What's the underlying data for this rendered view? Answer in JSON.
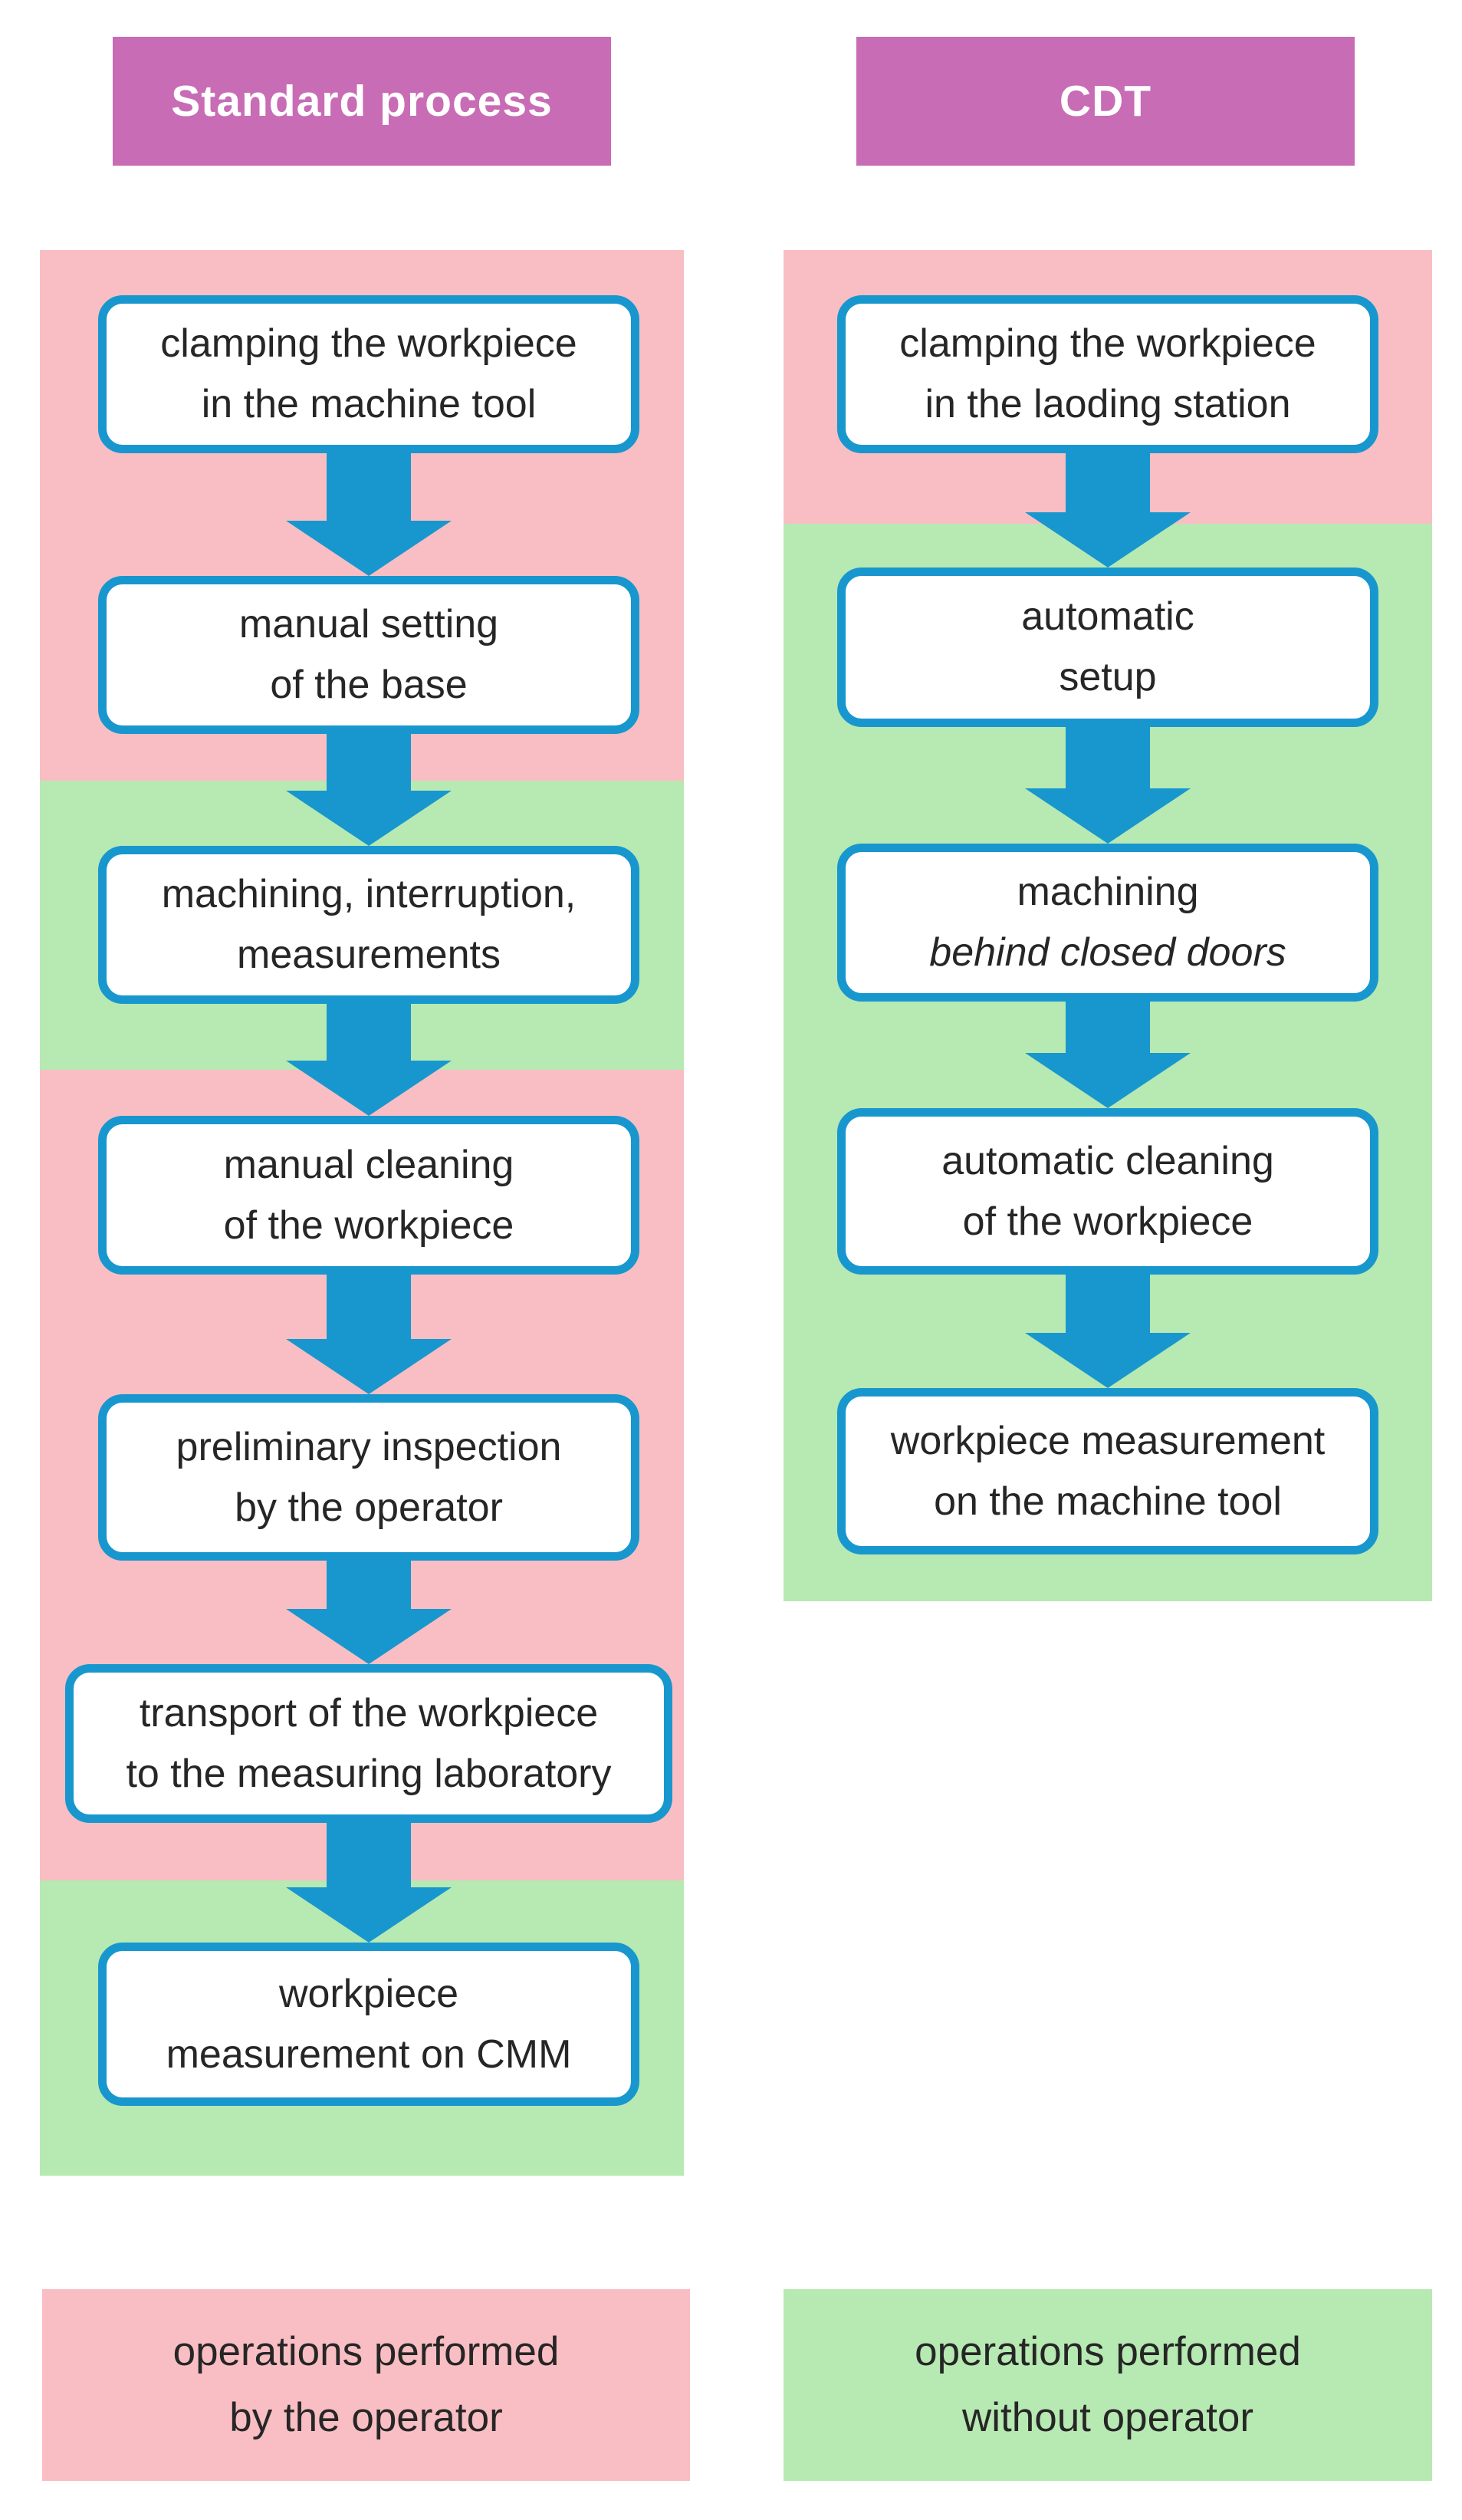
{
  "title": "Standard process vs CDT flow comparison",
  "colors": {
    "header_bg": "#c86cb5",
    "header_text": "#ffffff",
    "operator_band": "#f9bec3",
    "no_operator_band": "#b7e9b2",
    "arrow_and_border_blue": "#1897cf",
    "box_fill": "#ffffff",
    "text": "#262626"
  },
  "columns": [
    {
      "header": "Standard process",
      "boxes": [
        {
          "line1": "clamping the workpiece",
          "line2": "in the machine tool"
        },
        {
          "line1": "manual setting",
          "line2": "of the base"
        },
        {
          "line1": "machining, interruption,",
          "line2": "measurements"
        },
        {
          "line1": "manual cleaning",
          "line2": "of the workpiece"
        },
        {
          "line1": "preliminary inspection",
          "line2": "by the operator"
        },
        {
          "line1": "transport of the workpiece",
          "line2": "to the measuring laboratory"
        },
        {
          "line1": "workpiece",
          "line2": "measurement on CMM"
        }
      ],
      "legend": {
        "line1": "operations performed",
        "line2": "by the operator"
      }
    },
    {
      "header": "CDT",
      "boxes": [
        {
          "line1": "clamping the workpiece",
          "line2": "in the laoding station"
        },
        {
          "line1": "automatic",
          "line2": "setup"
        },
        {
          "line1": "machining",
          "line2": "behind closed doors"
        },
        {
          "line1": "automatic cleaning",
          "line2": "of the workpiece"
        },
        {
          "line1": "workpiece measurement",
          "line2": "on the machine tool"
        }
      ],
      "legend": {
        "line1": "operations performed",
        "line2": "without operator"
      }
    }
  ]
}
